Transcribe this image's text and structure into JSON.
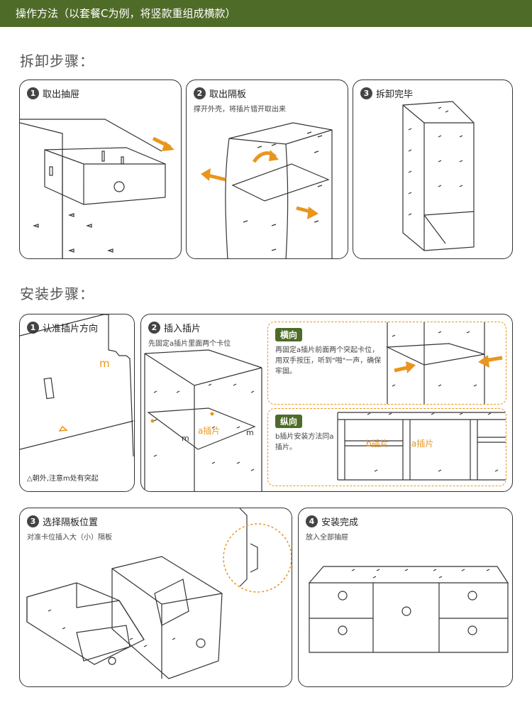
{
  "header": {
    "title": "操作方法（以套餐C为例，将竖款重组成横款）"
  },
  "disassembly": {
    "title": "拆卸步骤：",
    "steps": [
      {
        "num": "1",
        "label": "取出抽屉",
        "sub": ""
      },
      {
        "num": "2",
        "label": "取出隔板",
        "sub": "撑开外壳，将插片错开取出来"
      },
      {
        "num": "3",
        "label": "拆卸完毕",
        "sub": ""
      }
    ]
  },
  "assembly": {
    "title": "安装步骤：",
    "steps": [
      {
        "num": "1",
        "label": "认准插片方向",
        "sub": "",
        "note": "△朝外,注意m处有突起",
        "mark": "m"
      },
      {
        "num": "2",
        "label": "插入插片",
        "sub": "先固定a插片里面两个卡位",
        "a_label": "a插片",
        "m_left": "m",
        "m_right": "m"
      },
      {
        "num": "3",
        "label": "选择隔板位置",
        "sub": "对准卡位插入大（小）隔板"
      },
      {
        "num": "4",
        "label": "安装完成",
        "sub": "放入全部抽屉"
      }
    ],
    "horizontal": {
      "tag": "横向",
      "desc": "再固定a插片前面两个突起卡位，用双手按压，听到\"啪\"一声，确保牢固。"
    },
    "vertical": {
      "tag": "纵向",
      "desc": "b插片安装方法同a插片。",
      "b_label": "b插片",
      "a_label": "a插片"
    }
  },
  "colors": {
    "accent": "#e8961e",
    "header_bg": "#4f6b28",
    "line": "#333333"
  }
}
